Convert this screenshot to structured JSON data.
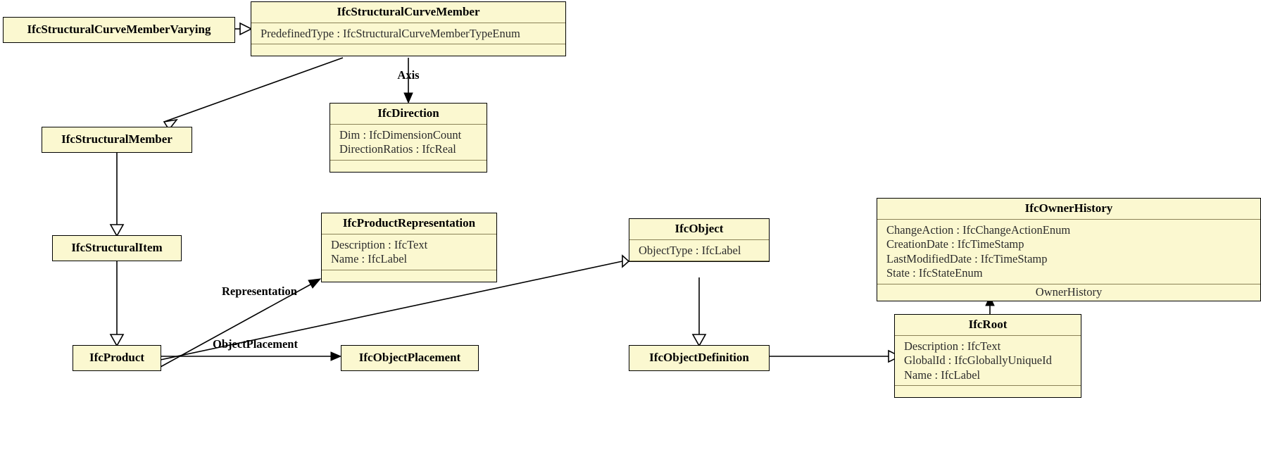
{
  "diagram": {
    "type": "uml-class-diagram",
    "background_color": "#ffffff",
    "box_fill_color": "#fbf8d0",
    "box_border_color": "#000000",
    "text_color": "#000000"
  },
  "classes": {
    "structural_curve_member_varying": {
      "name": "IfcStructuralCurveMemberVarying",
      "attributes": []
    },
    "structural_curve_member": {
      "name": "IfcStructuralCurveMember",
      "attributes": [
        "PredefinedType : IfcStructuralCurveMemberTypeEnum"
      ]
    },
    "direction": {
      "name": "IfcDirection",
      "attributes": [
        "Dim : IfcDimensionCount",
        "DirectionRatios : IfcReal"
      ]
    },
    "structural_member": {
      "name": "IfcStructuralMember",
      "attributes": []
    },
    "structural_item": {
      "name": "IfcStructuralItem",
      "attributes": []
    },
    "product_representation": {
      "name": "IfcProductRepresentation",
      "attributes": [
        "Description : IfcText",
        "Name : IfcLabel"
      ]
    },
    "object": {
      "name": "IfcObject",
      "attributes": [
        "ObjectType : IfcLabel"
      ]
    },
    "owner_history": {
      "name": "IfcOwnerHistory",
      "attributes": [
        "ChangeAction : IfcChangeActionEnum",
        "CreationDate : IfcTimeStamp",
        "LastModifiedDate : IfcTimeStamp",
        "State : IfcStateEnum"
      ],
      "role_compartment": "OwnerHistory"
    },
    "product": {
      "name": "IfcProduct",
      "attributes": []
    },
    "object_placement": {
      "name": "IfcObjectPlacement",
      "attributes": []
    },
    "object_definition": {
      "name": "IfcObjectDefinition",
      "attributes": []
    },
    "root": {
      "name": "IfcRoot",
      "attributes": [
        "Description : IfcText",
        "GlobalId : IfcGloballyUniqueId",
        "Name : IfcLabel"
      ]
    }
  },
  "edge_labels": {
    "axis": "Axis",
    "representation": "Representation",
    "object_placement": "ObjectPlacement"
  },
  "relations": [
    {
      "from": "IfcStructuralCurveMemberVarying",
      "to": "IfcStructuralCurveMember",
      "kind": "generalization"
    },
    {
      "from": "IfcStructuralCurveMember",
      "to": "IfcStructuralMember",
      "kind": "generalization"
    },
    {
      "from": "IfcStructuralCurveMember",
      "to": "IfcDirection",
      "kind": "association",
      "label": "Axis"
    },
    {
      "from": "IfcStructuralMember",
      "to": "IfcStructuralItem",
      "kind": "generalization"
    },
    {
      "from": "IfcStructuralItem",
      "to": "IfcProduct",
      "kind": "generalization"
    },
    {
      "from": "IfcProduct",
      "to": "IfcProductRepresentation",
      "kind": "association",
      "label": "Representation"
    },
    {
      "from": "IfcProduct",
      "to": "IfcObjectPlacement",
      "kind": "association",
      "label": "ObjectPlacement"
    },
    {
      "from": "IfcProduct",
      "to": "IfcObject",
      "kind": "generalization"
    },
    {
      "from": "IfcObject",
      "to": "IfcObjectDefinition",
      "kind": "generalization"
    },
    {
      "from": "IfcObjectDefinition",
      "to": "IfcRoot",
      "kind": "generalization"
    },
    {
      "from": "IfcRoot",
      "to": "IfcOwnerHistory",
      "kind": "association",
      "label": "OwnerHistory"
    }
  ]
}
